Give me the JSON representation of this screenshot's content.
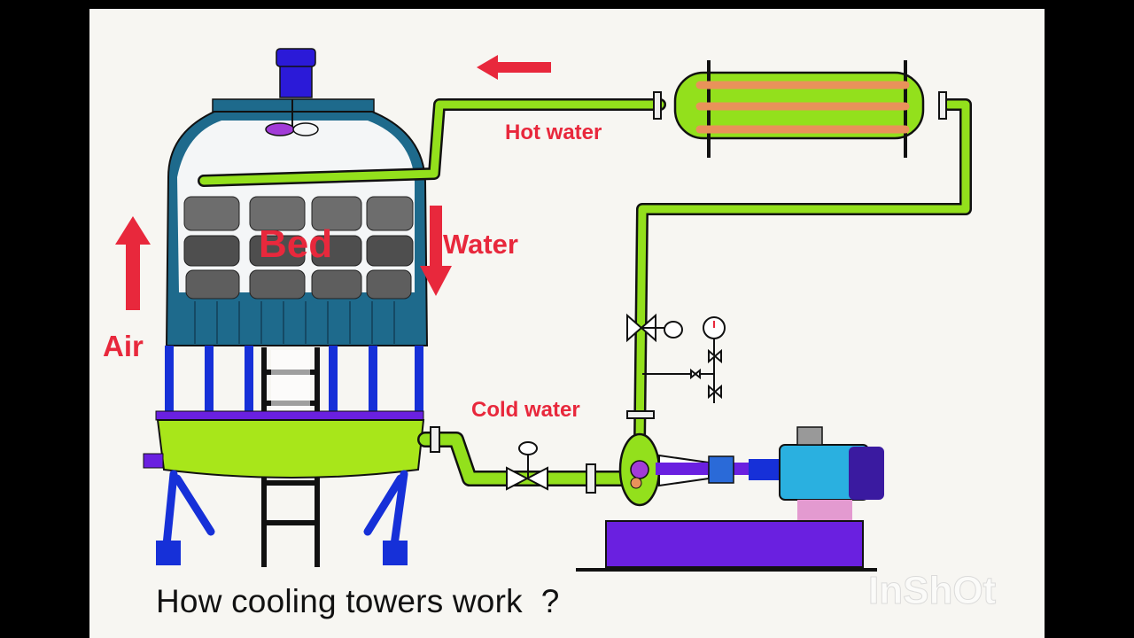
{
  "labels": {
    "bed": "Bed",
    "water": "Water",
    "air": "Air",
    "hot_water": "Hot water",
    "cold_water": "Cold water"
  },
  "caption": "How cooling towers work  ?",
  "watermark": "InShOt",
  "colors": {
    "pipe_green": "#93e01c",
    "tower_blue": "#1e6a8c",
    "arrow_red": "#e8283c",
    "tube_orange": "#e9925a",
    "motor_blue": "#2ab0e0",
    "base_purple": "#6a20e0"
  },
  "icons": [
    "fan-icon",
    "valve-icon",
    "pressure-gauge-icon",
    "pump-icon",
    "motor-icon"
  ]
}
